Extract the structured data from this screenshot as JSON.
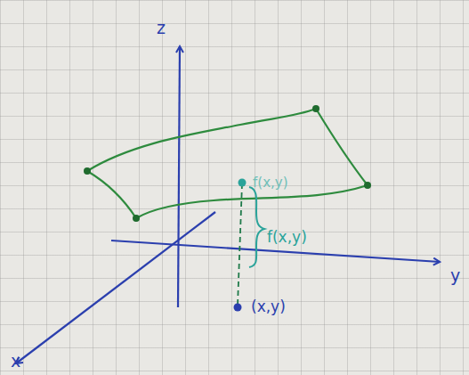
{
  "diagram": {
    "labels": [
      "z",
      "y",
      "x",
      "f(x,y)",
      "f(x,y)",
      "(x,y)"
    ]
  }
}
